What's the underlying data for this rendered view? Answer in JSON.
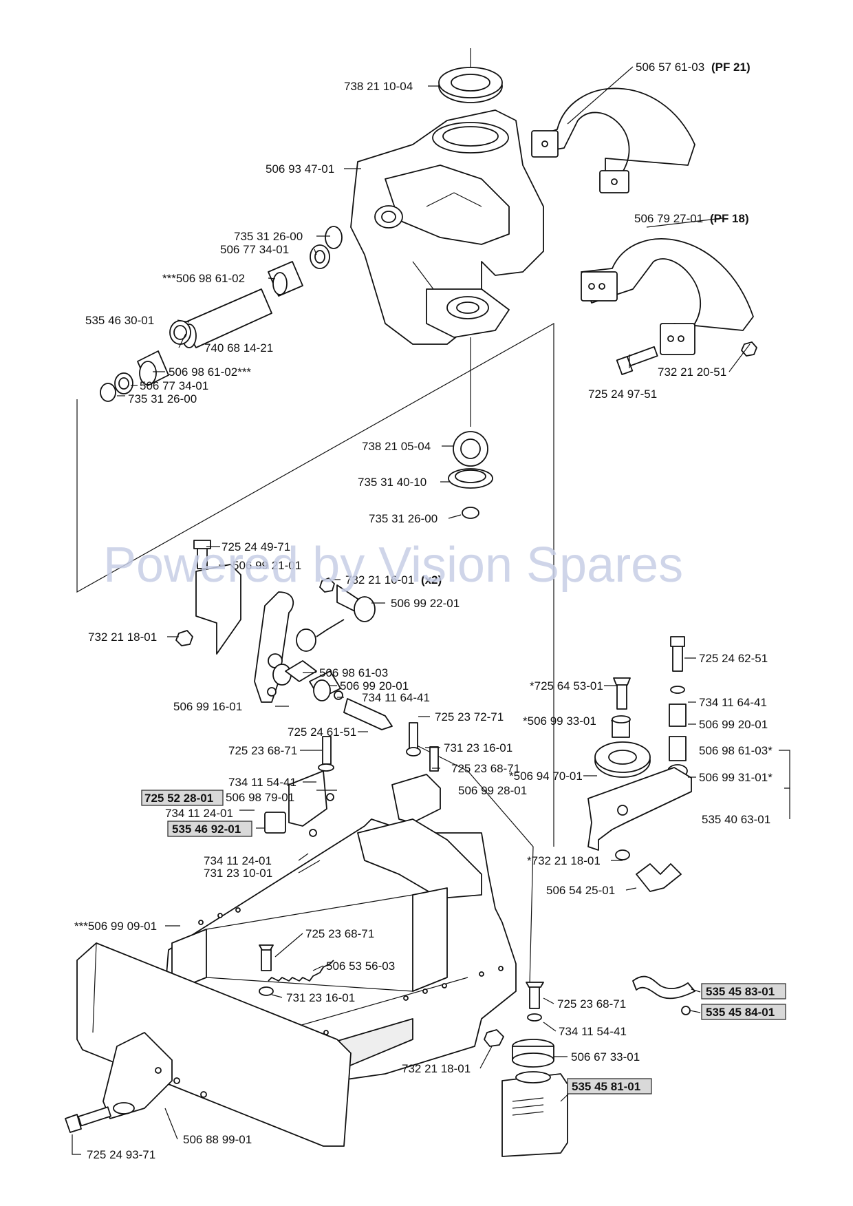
{
  "watermark": "Powered by Vision Spares",
  "colors": {
    "line": "#111111",
    "highlight": "#d9d9d9",
    "watermark": "#c7cee6"
  },
  "labels": [
    "738 21 10-04",
    "506 57 61-03",
    "506 93 47-01",
    "506 79 27-01",
    "735 31 26-00",
    "506 77 34-01",
    "***506 98 61-02",
    "535 46 30-01",
    "740 68 14-21",
    "506 98 61-02***",
    "506 77 34-01",
    "735 31 26-00",
    "732 21 20-51",
    "725 24 97-51",
    "738 21 05-04",
    "735 31 40-10",
    "735 31 26-00",
    "725 24 49-71",
    "506 99 21-01",
    "732 21 16-01",
    "506 99 22-01",
    "732 21 18-01",
    "506 98 61-03",
    "506 99 20-01",
    "734 11 64-41",
    "506 99 16-01",
    "725 23 72-71",
    "725 24 61-51",
    "731 23 16-01",
    "725 23 68-71",
    "725 23 68-71",
    "734 11 54-41",
    "506 99 28-01",
    "506 98 79-01",
    "734 11 24-01",
    "734 11 24-01",
    "731 23 10-01",
    "*725 64 53-01",
    "725 24 62-51",
    "*506 99 33-01",
    "734 11 64-41",
    "506 99 20-01",
    "506 98 61-03*",
    "*506 94 70-01",
    "506 99 31-01*",
    "535 40 63-01",
    "*732 21 18-01",
    "506 54 25-01",
    "***506 99 09-01",
    "725 23 68-71",
    "506 53 56-03",
    "731 23 16-01",
    "725 23 68-71",
    "734 11 54-41",
    "506 67 33-01",
    "732 21 18-01",
    "506 88 99-01",
    "725 24 93-71"
  ],
  "highlighted_labels": [
    "725 52 28-01",
    "535 46 92-01",
    "535 45 83-01",
    "535 45 84-01",
    "535 45 81-01"
  ],
  "annotations": {
    "pf21": "(PF 21)",
    "pf18": "(PF 18)",
    "x2": "(x2)"
  }
}
